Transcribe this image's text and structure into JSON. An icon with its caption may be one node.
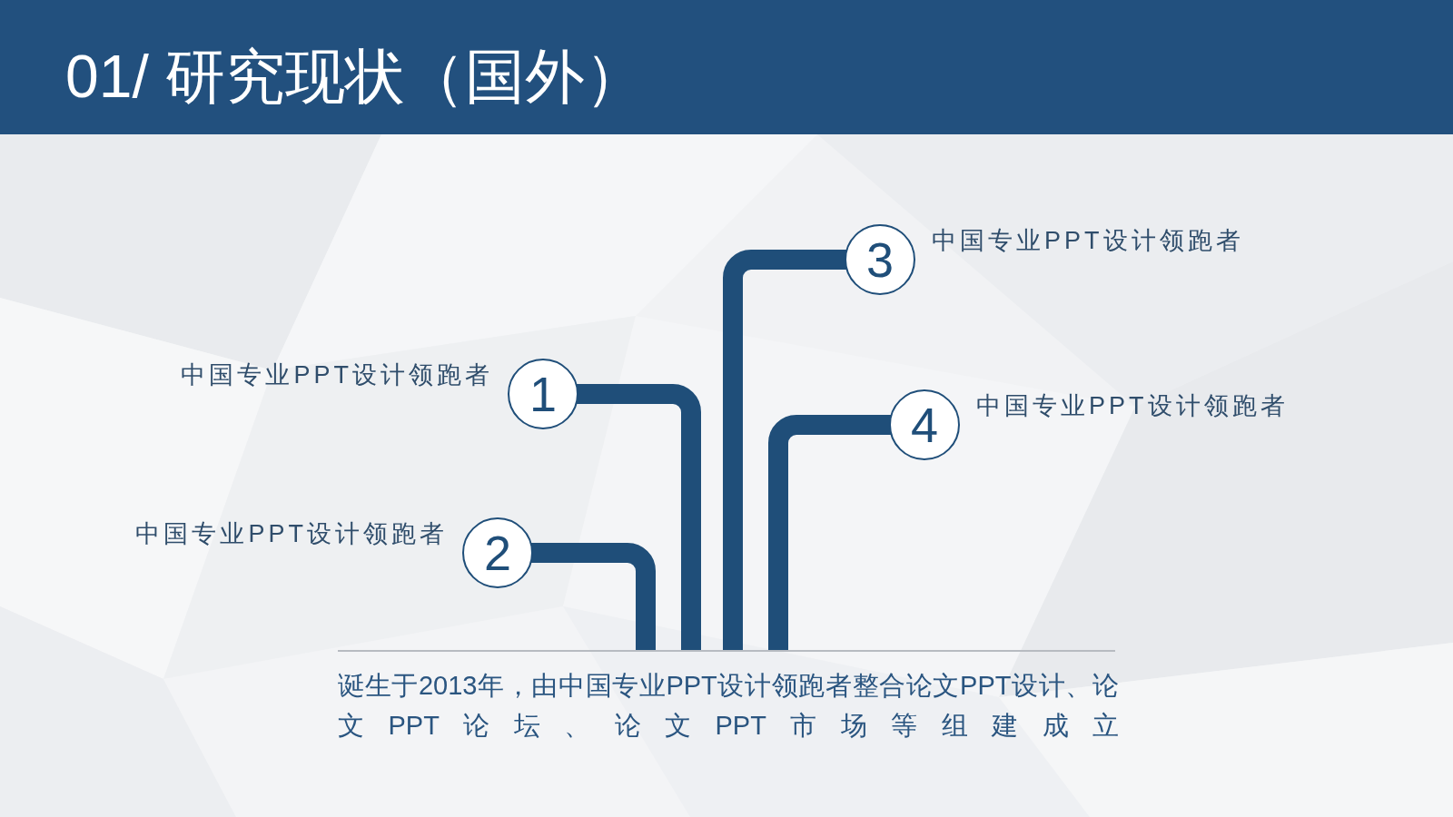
{
  "diagram": {
    "title": "01/ 研究现状（国外）",
    "nodes": [
      {
        "text": [
          "1"
        ],
        "beside": [
          "中国专业PPT设计领跑者"
        ]
      },
      {
        "text": [
          "2"
        ],
        "beside": [
          "中国专业PPT设计领跑者"
        ]
      },
      {
        "text": [
          "3"
        ],
        "beside": [
          "中国专业PPT设计领跑者"
        ]
      },
      {
        "text": [
          "4"
        ],
        "beside": [
          "中国专业PPT设计领跑者"
        ]
      },
      {
        "text": [],
        "shape": "bar"
      }
    ],
    "edges": [
      {
        "from": 0,
        "to": 4,
        "arrow": "none"
      },
      {
        "from": 1,
        "to": 4,
        "arrow": "none"
      },
      {
        "from": 2,
        "to": 4,
        "arrow": "none"
      },
      {
        "from": 3,
        "to": 4,
        "arrow": "none"
      }
    ],
    "labels": [
      "诞生于2013年，由中国专业PPT设计领跑者整合论文PPT设计、论文PPT论坛、论文PPT市场等组建成立"
    ]
  }
}
